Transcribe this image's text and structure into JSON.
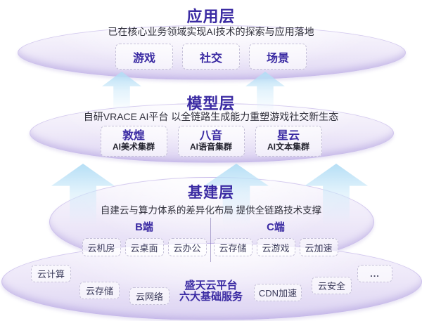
{
  "colors": {
    "accent_purple": "#3b2ba3",
    "ellipse_lavender": "#ded5f3",
    "arrow_blue": "#b2ddf5",
    "text_dark": "#2f2f3a",
    "chip_border": "#c5c0d8"
  },
  "layers": {
    "app": {
      "title": "应用层",
      "subtitle": "已在核心业务领域实现AI技术的探索与应用落地",
      "items": [
        "游戏",
        "社交",
        "场景"
      ]
    },
    "model": {
      "title": "模型层",
      "subtitle": "自研VRACE AI平台 以全链路生成能力重塑游戏社交新生态",
      "items": [
        {
          "name": "敦煌",
          "desc": "AI美术集群"
        },
        {
          "name": "八音",
          "desc": "AI语音集群"
        },
        {
          "name": "星云",
          "desc": "AI文本集群"
        }
      ]
    },
    "infra": {
      "title": "基建层",
      "subtitle": "自建云与算力体系的差异化布局 提供全链路技术支撑",
      "groups": [
        {
          "name": "B端",
          "items": [
            "云机房",
            "云桌面",
            "云办公"
          ]
        },
        {
          "name": "C端",
          "items": [
            "云存储",
            "云游戏",
            "云加速"
          ]
        }
      ]
    },
    "platform": {
      "title_line1": "盛天云平台",
      "title_line2": "六大基础服务",
      "items": [
        "云计算",
        "云存储",
        "云网络",
        "CDN加速",
        "云安全",
        "..."
      ]
    }
  }
}
